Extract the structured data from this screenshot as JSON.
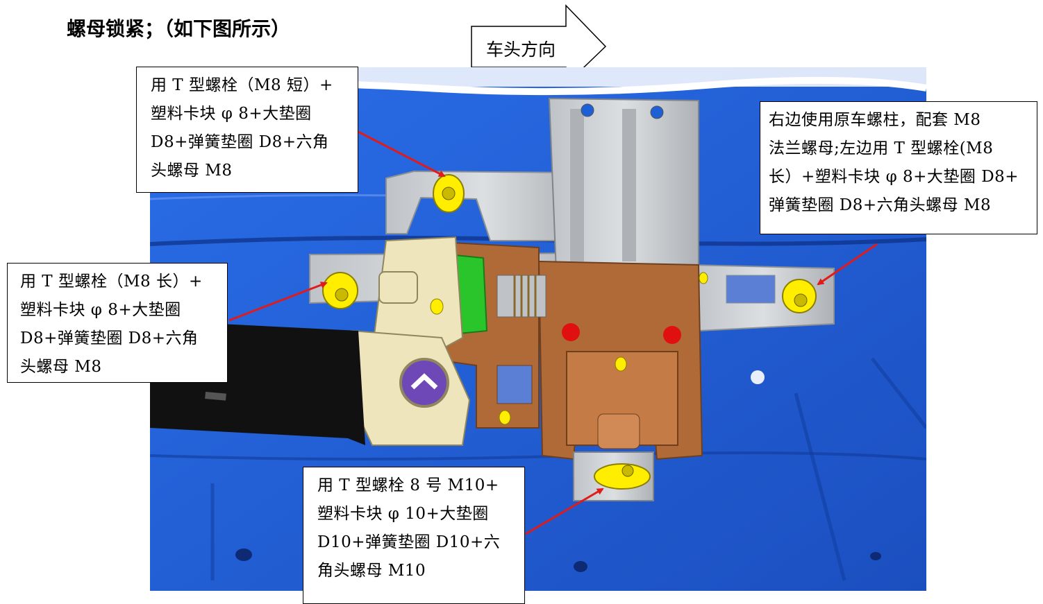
{
  "heading": "螺母锁紧；（如下图所示）",
  "direction_label": "车头方向",
  "callouts": {
    "top_left": [
      "用 T 型螺栓（M8 短）+",
      "塑料卡块 φ 8+大垫圈",
      "D8+弹簧垫圈 D8+六角",
      "头螺母 M8"
    ],
    "right": [
      "右边使用原车螺柱，配套 M8",
      "法兰螺母;左边用 T 型螺栓(M8",
      "长）+塑料卡块 φ 8+大垫圈 D8+",
      "弹簧垫圈 D8+六角头螺母 M8"
    ],
    "left": [
      "用 T 型螺栓（M8 长）+",
      "塑料卡块 φ 8+大垫圈",
      "D8+弹簧垫圈 D8+六角",
      "头螺母 M8"
    ],
    "bottom": [
      "用 T 型螺栓 8 号 M10+",
      "塑料卡块 φ 10+大垫圈",
      "D10+弹簧垫圈 D10+六",
      "角头螺母 M10"
    ]
  },
  "colors": {
    "panel_blue": "#1f5fd6",
    "bracket_copper": "#b06a38",
    "bracket_gray": "#c9cccf",
    "bolt_yellow": "#ffee00",
    "motor_black": "#111111",
    "arrow_red": "#e01b1b"
  }
}
